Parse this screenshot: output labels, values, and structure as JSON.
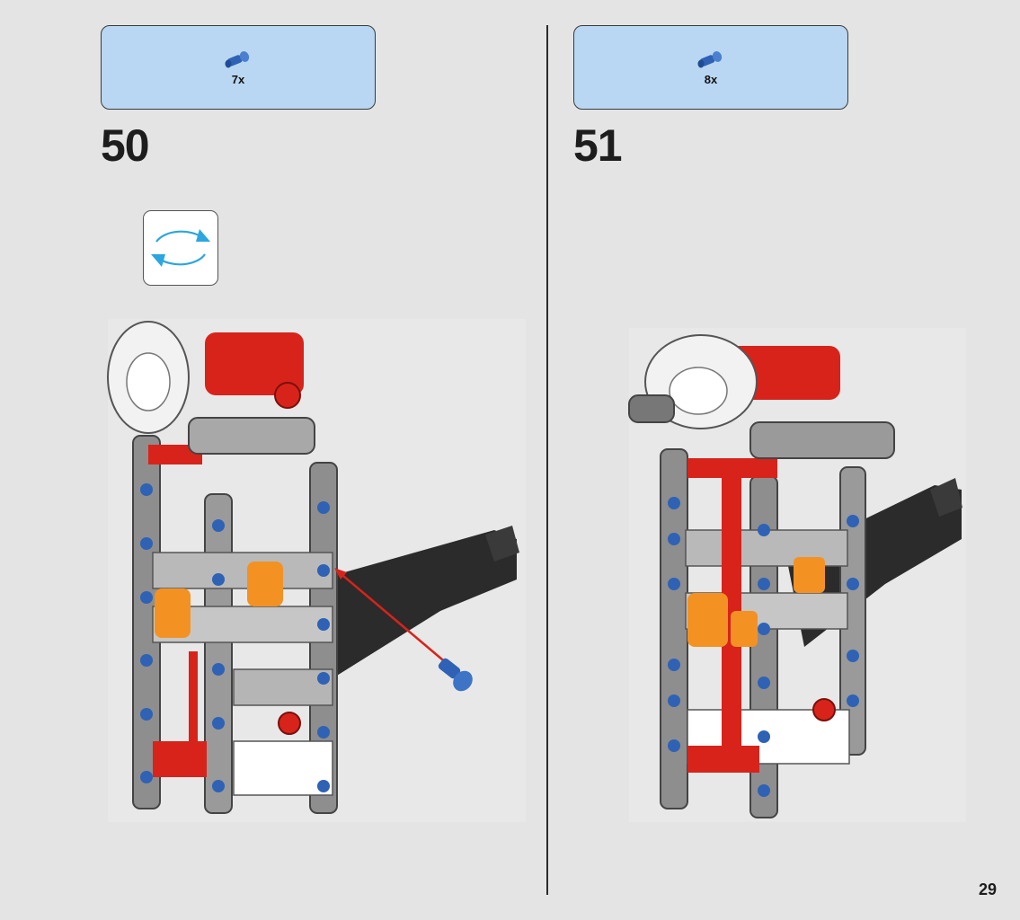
{
  "steps": [
    {
      "number": "50",
      "parts_count": "7x",
      "part_color": "#2f62b4"
    },
    {
      "number": "51",
      "parts_count": "8x",
      "part_color": "#2f62b4"
    }
  ],
  "rotate_indicator": {
    "icon": "rotate-icon",
    "color": "#2ba6de"
  },
  "page_number": "29",
  "colors": {
    "frame_gray": "#8e8e8e",
    "frame_dark": "#2a2a2a",
    "red": "#d8231b",
    "orange": "#f39223",
    "blue_pin": "#2f62b4",
    "callout_bg": "#b9d7f2"
  }
}
